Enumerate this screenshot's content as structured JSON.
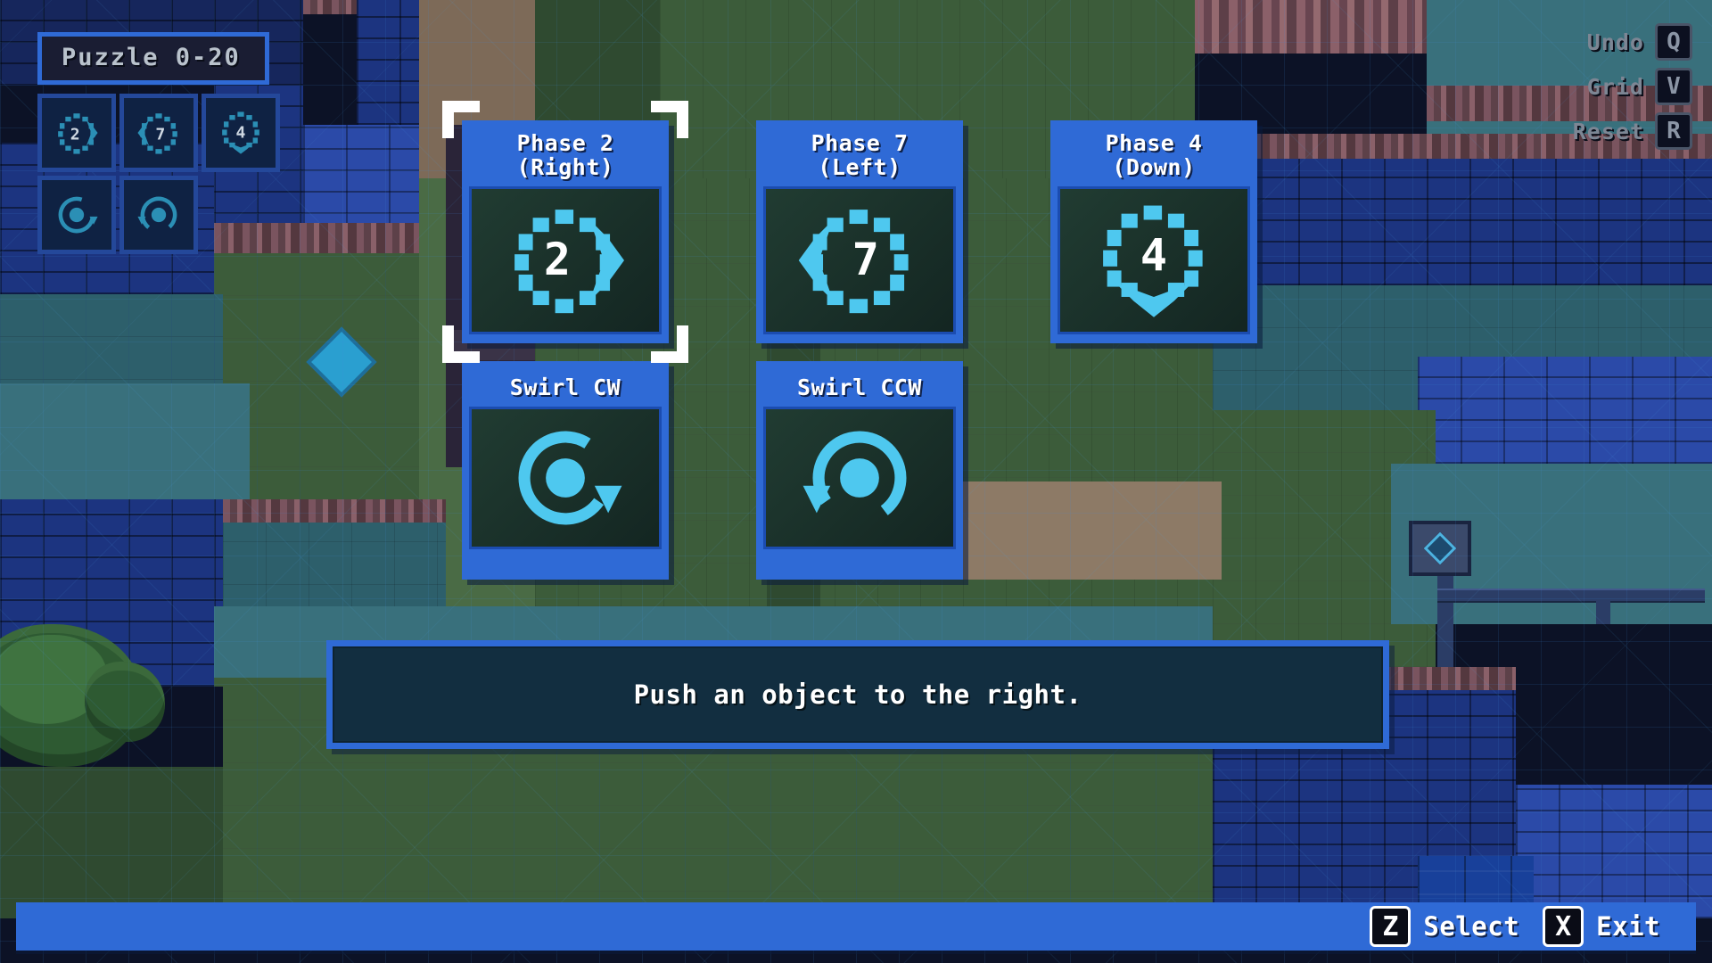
{
  "window": {
    "title": "Puzzle 0-20"
  },
  "puzzle": {
    "name": "Puzzle 0-20"
  },
  "inventory": {
    "label": "ability-inventory",
    "items": [
      {
        "id": "phase-2-right",
        "icon": "phase-ring-right-icon",
        "number": "2",
        "direction": "right"
      },
      {
        "id": "phase-7-left",
        "icon": "phase-ring-left-icon",
        "number": "7",
        "direction": "left"
      },
      {
        "id": "phase-4-down",
        "icon": "phase-ring-down-icon",
        "number": "4",
        "direction": "down"
      },
      {
        "id": "swirl-cw",
        "icon": "swirl-cw-icon",
        "number": "",
        "direction": "cw"
      },
      {
        "id": "swirl-ccw",
        "icon": "swirl-ccw-icon",
        "number": "",
        "direction": "ccw"
      }
    ]
  },
  "hud": {
    "shortcuts": [
      {
        "label": "Undo",
        "key": "Q"
      },
      {
        "label": "Grid",
        "key": "V"
      },
      {
        "label": "Reset",
        "key": "R"
      }
    ]
  },
  "cards": [
    {
      "id": "phase-2-right",
      "title": "Phase 2 (Right)",
      "icon": "phase-ring-right-icon",
      "number": "2",
      "direction": "right",
      "selected": true
    },
    {
      "id": "phase-7-left",
      "title": "Phase 7 (Left)",
      "icon": "phase-ring-left-icon",
      "number": "7",
      "direction": "left",
      "selected": false
    },
    {
      "id": "phase-4-down",
      "title": "Phase 4 (Down)",
      "icon": "phase-ring-down-icon",
      "number": "4",
      "direction": "down",
      "selected": false
    },
    {
      "id": "swirl-cw",
      "title": "Swirl CW",
      "icon": "swirl-cw-icon",
      "number": "",
      "direction": "cw",
      "selected": false
    },
    {
      "id": "swirl-ccw",
      "title": "Swirl CCW",
      "icon": "swirl-ccw-icon",
      "number": "",
      "direction": "ccw",
      "selected": false
    }
  ],
  "hint": {
    "message": "Push an object to the right."
  },
  "action_bar": {
    "actions": [
      {
        "key": "Z",
        "label": "Select"
      },
      {
        "key": "X",
        "label": "Exit"
      }
    ]
  },
  "colors": {
    "ui_blue": "#2f6ad6",
    "panel_dark": "#1a1d33",
    "icon_cyan": "#4ec8ef",
    "text_white": "#ffffff",
    "hud_gray": "#7d8694",
    "well_dark": "#18302c",
    "selection_white": "#ffffff"
  }
}
